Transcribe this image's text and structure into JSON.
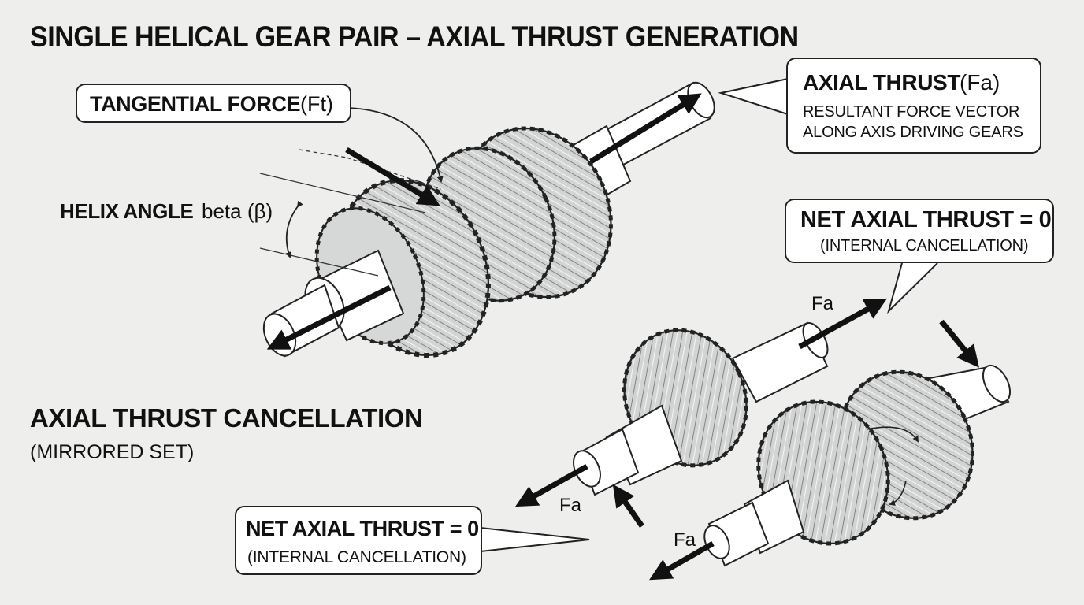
{
  "title": "SINGLE HELICAL GEAR PAIR – AXIAL THRUST GENERATION",
  "labels": {
    "tangential_force_bold": "TANGENTIAL FORCE",
    "tangential_force_sym": "(Ft)",
    "helix_angle_bold": "HELIX ANGLE",
    "helix_angle_sym": "beta (β)",
    "axial_thrust_bold": "AXIAL THRUST",
    "axial_thrust_sym": "(Fa)",
    "axial_thrust_line1": "RESULTANT FORCE VECTOR",
    "axial_thrust_line2": "ALONG AXIS DRIVING GEARS",
    "net_top_bold": "NET AXIAL THRUST = 0",
    "net_top_sub": "(INTERNAL CANCELLATION)",
    "cancellation_bold": "AXIAL THRUST CANCELLATION",
    "cancellation_sub": "(MIRRORED SET)",
    "net_bottom_bold": "NET AXIAL THRUST = 0",
    "net_bottom_sub": "(INTERNAL CANCELLATION)",
    "fa_1": "Fa",
    "fa_2": "Fa",
    "fa_3": "Fa"
  },
  "colors": {
    "background": "#eeefed",
    "gear_fill": "#cfd1d0",
    "shaft_fill": "#ffffff",
    "ink": "#111111"
  }
}
